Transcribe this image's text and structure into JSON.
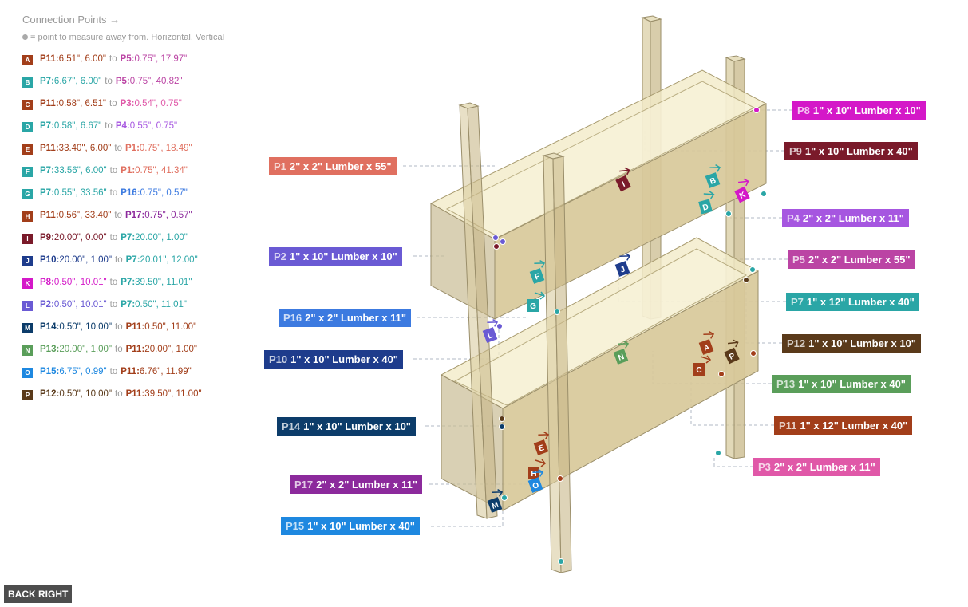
{
  "header": {
    "title": "Connection Points →",
    "note": "= point to measure away from. Horizontal, Vertical"
  },
  "connections": [
    {
      "letter": "A",
      "color": "#a23e1a",
      "from_id": "P11",
      "from_color": "#a23e1a",
      "from_vals": "6.51\", 6.00\"",
      "to_id": "P5",
      "to_color": "#bb44a4",
      "to_vals": "0.75\", 17.97\""
    },
    {
      "letter": "B",
      "color": "#2aa6a6",
      "from_id": "P7",
      "from_color": "#2aa6a6",
      "from_vals": "6.67\", 6.00\"",
      "to_id": "P5",
      "to_color": "#bb44a4",
      "to_vals": "0.75\", 40.82\""
    },
    {
      "letter": "C",
      "color": "#a23e1a",
      "from_id": "P11",
      "from_color": "#a23e1a",
      "from_vals": "0.58\", 6.51\"",
      "to_id": "P3",
      "to_color": "#e058a8",
      "to_vals": "0.54\", 0.75\""
    },
    {
      "letter": "D",
      "color": "#2aa6a6",
      "from_id": "P7",
      "from_color": "#2aa6a6",
      "from_vals": "0.58\", 6.67\"",
      "to_id": "P4",
      "to_color": "#a656e0",
      "to_vals": "0.55\", 0.75\""
    },
    {
      "letter": "E",
      "color": "#a23e1a",
      "from_id": "P11",
      "from_color": "#a23e1a",
      "from_vals": "33.40\", 6.00\"",
      "to_id": "P1",
      "to_color": "#e07060",
      "to_vals": "0.75\", 18.49\""
    },
    {
      "letter": "F",
      "color": "#2aa6a6",
      "from_id": "P7",
      "from_color": "#2aa6a6",
      "from_vals": "33.56\", 6.00\"",
      "to_id": "P1",
      "to_color": "#e07060",
      "to_vals": "0.75\", 41.34\""
    },
    {
      "letter": "G",
      "color": "#2aa6a6",
      "from_id": "P7",
      "from_color": "#2aa6a6",
      "from_vals": "0.55\", 33.56\"",
      "to_id": "P16",
      "to_color": "#3c7ae0",
      "to_vals": "0.75\", 0.57\""
    },
    {
      "letter": "H",
      "color": "#a23e1a",
      "from_id": "P11",
      "from_color": "#a23e1a",
      "from_vals": "0.56\", 33.40\"",
      "to_id": "P17",
      "to_color": "#8c2a9c",
      "to_vals": "0.75\", 0.57\""
    },
    {
      "letter": "I",
      "color": "#7a1a2a",
      "from_id": "P9",
      "from_color": "#7a1a2a",
      "from_vals": "20.00\", 0.00\"",
      "to_id": "P7",
      "to_color": "#2aa6a6",
      "to_vals": "20.00\", 1.00\""
    },
    {
      "letter": "J",
      "color": "#1e3c8c",
      "from_id": "P10",
      "from_color": "#1e3c8c",
      "from_vals": "20.00\", 1.00\"",
      "to_id": "P7",
      "to_color": "#2aa6a6",
      "to_vals": "20.01\", 12.00\""
    },
    {
      "letter": "K",
      "color": "#d418c8",
      "from_id": "P8",
      "from_color": "#d418c8",
      "from_vals": "0.50\", 10.01\"",
      "to_id": "P7",
      "to_color": "#2aa6a6",
      "to_vals": "39.50\", 11.01\""
    },
    {
      "letter": "L",
      "color": "#6a5ad4",
      "from_id": "P2",
      "from_color": "#6a5ad4",
      "from_vals": "0.50\", 10.01\"",
      "to_id": "P7",
      "to_color": "#2aa6a6",
      "to_vals": "0.50\", 11.01\""
    },
    {
      "letter": "M",
      "color": "#0c3c6a",
      "from_id": "P14",
      "from_color": "#0c3c6a",
      "from_vals": "0.50\", 10.00\"",
      "to_id": "P11",
      "to_color": "#a23e1a",
      "to_vals": "0.50\", 11.00\""
    },
    {
      "letter": "N",
      "color": "#5a9e5a",
      "from_id": "P13",
      "from_color": "#5a9e5a",
      "from_vals": "20.00\", 1.00\"",
      "to_id": "P11",
      "to_color": "#a23e1a",
      "to_vals": "20.00\", 1.00\""
    },
    {
      "letter": "O",
      "color": "#1e88e0",
      "from_id": "P15",
      "from_color": "#1e88e0",
      "from_vals": "6.75\", 0.99\"",
      "to_id": "P11",
      "to_color": "#a23e1a",
      "to_vals": "6.76\", 11.99\""
    },
    {
      "letter": "P",
      "color": "#5a3a1a",
      "from_id": "P12",
      "from_color": "#5a3a1a",
      "from_vals": "0.50\", 10.00\"",
      "to_id": "P11",
      "to_color": "#a23e1a",
      "to_vals": "39.50\", 11.00\""
    }
  ],
  "parts": [
    {
      "id": "P1",
      "desc": "2\" x 2\" Lumber x 55\"",
      "color": "#e07060"
    },
    {
      "id": "P2",
      "desc": "1\" x 10\" Lumber  x 10\"",
      "color": "#6a5ad4"
    },
    {
      "id": "P16",
      "desc": "2\" x 2\" Lumber x 11\"",
      "color": "#3c7ae0"
    },
    {
      "id": "P10",
      "desc": "1\" x 10\" Lumber  x 40\"",
      "color": "#1e3c8c"
    },
    {
      "id": "P14",
      "desc": "1\" x 10\" Lumber  x 10\"",
      "color": "#0c3c6a"
    },
    {
      "id": "P17",
      "desc": "2\" x 2\" Lumber x 11\"",
      "color": "#8c2a9c"
    },
    {
      "id": "P15",
      "desc": "1\" x 10\" Lumber  x 40\"",
      "color": "#1e88e0"
    },
    {
      "id": "P8",
      "desc": "1\" x 10\" Lumber  x 10\"",
      "color": "#d418c8"
    },
    {
      "id": "P9",
      "desc": "1\" x 10\" Lumber  x 40\"",
      "color": "#7a1a2a"
    },
    {
      "id": "P4",
      "desc": "2\" x 2\" Lumber x 11\"",
      "color": "#a656e0"
    },
    {
      "id": "P5",
      "desc": "2\" x 2\" Lumber x 55\"",
      "color": "#bb44a4"
    },
    {
      "id": "P7",
      "desc": "1\" x 12\" Lumber  x 40\"",
      "color": "#2aa6a6"
    },
    {
      "id": "P12",
      "desc": "1\" x 10\" Lumber  x 10\"",
      "color": "#5a3a1a"
    },
    {
      "id": "P13",
      "desc": "1\" x 10\" Lumber  x 40\"",
      "color": "#5a9e5a"
    },
    {
      "id": "P11",
      "desc": "1\" x 12\" Lumber  x 40\"",
      "color": "#a23e1a"
    },
    {
      "id": "P3",
      "desc": "2\" x 2\" Lumber x 11\"",
      "color": "#e058a8"
    }
  ],
  "view_button": "BACK RIGHT"
}
